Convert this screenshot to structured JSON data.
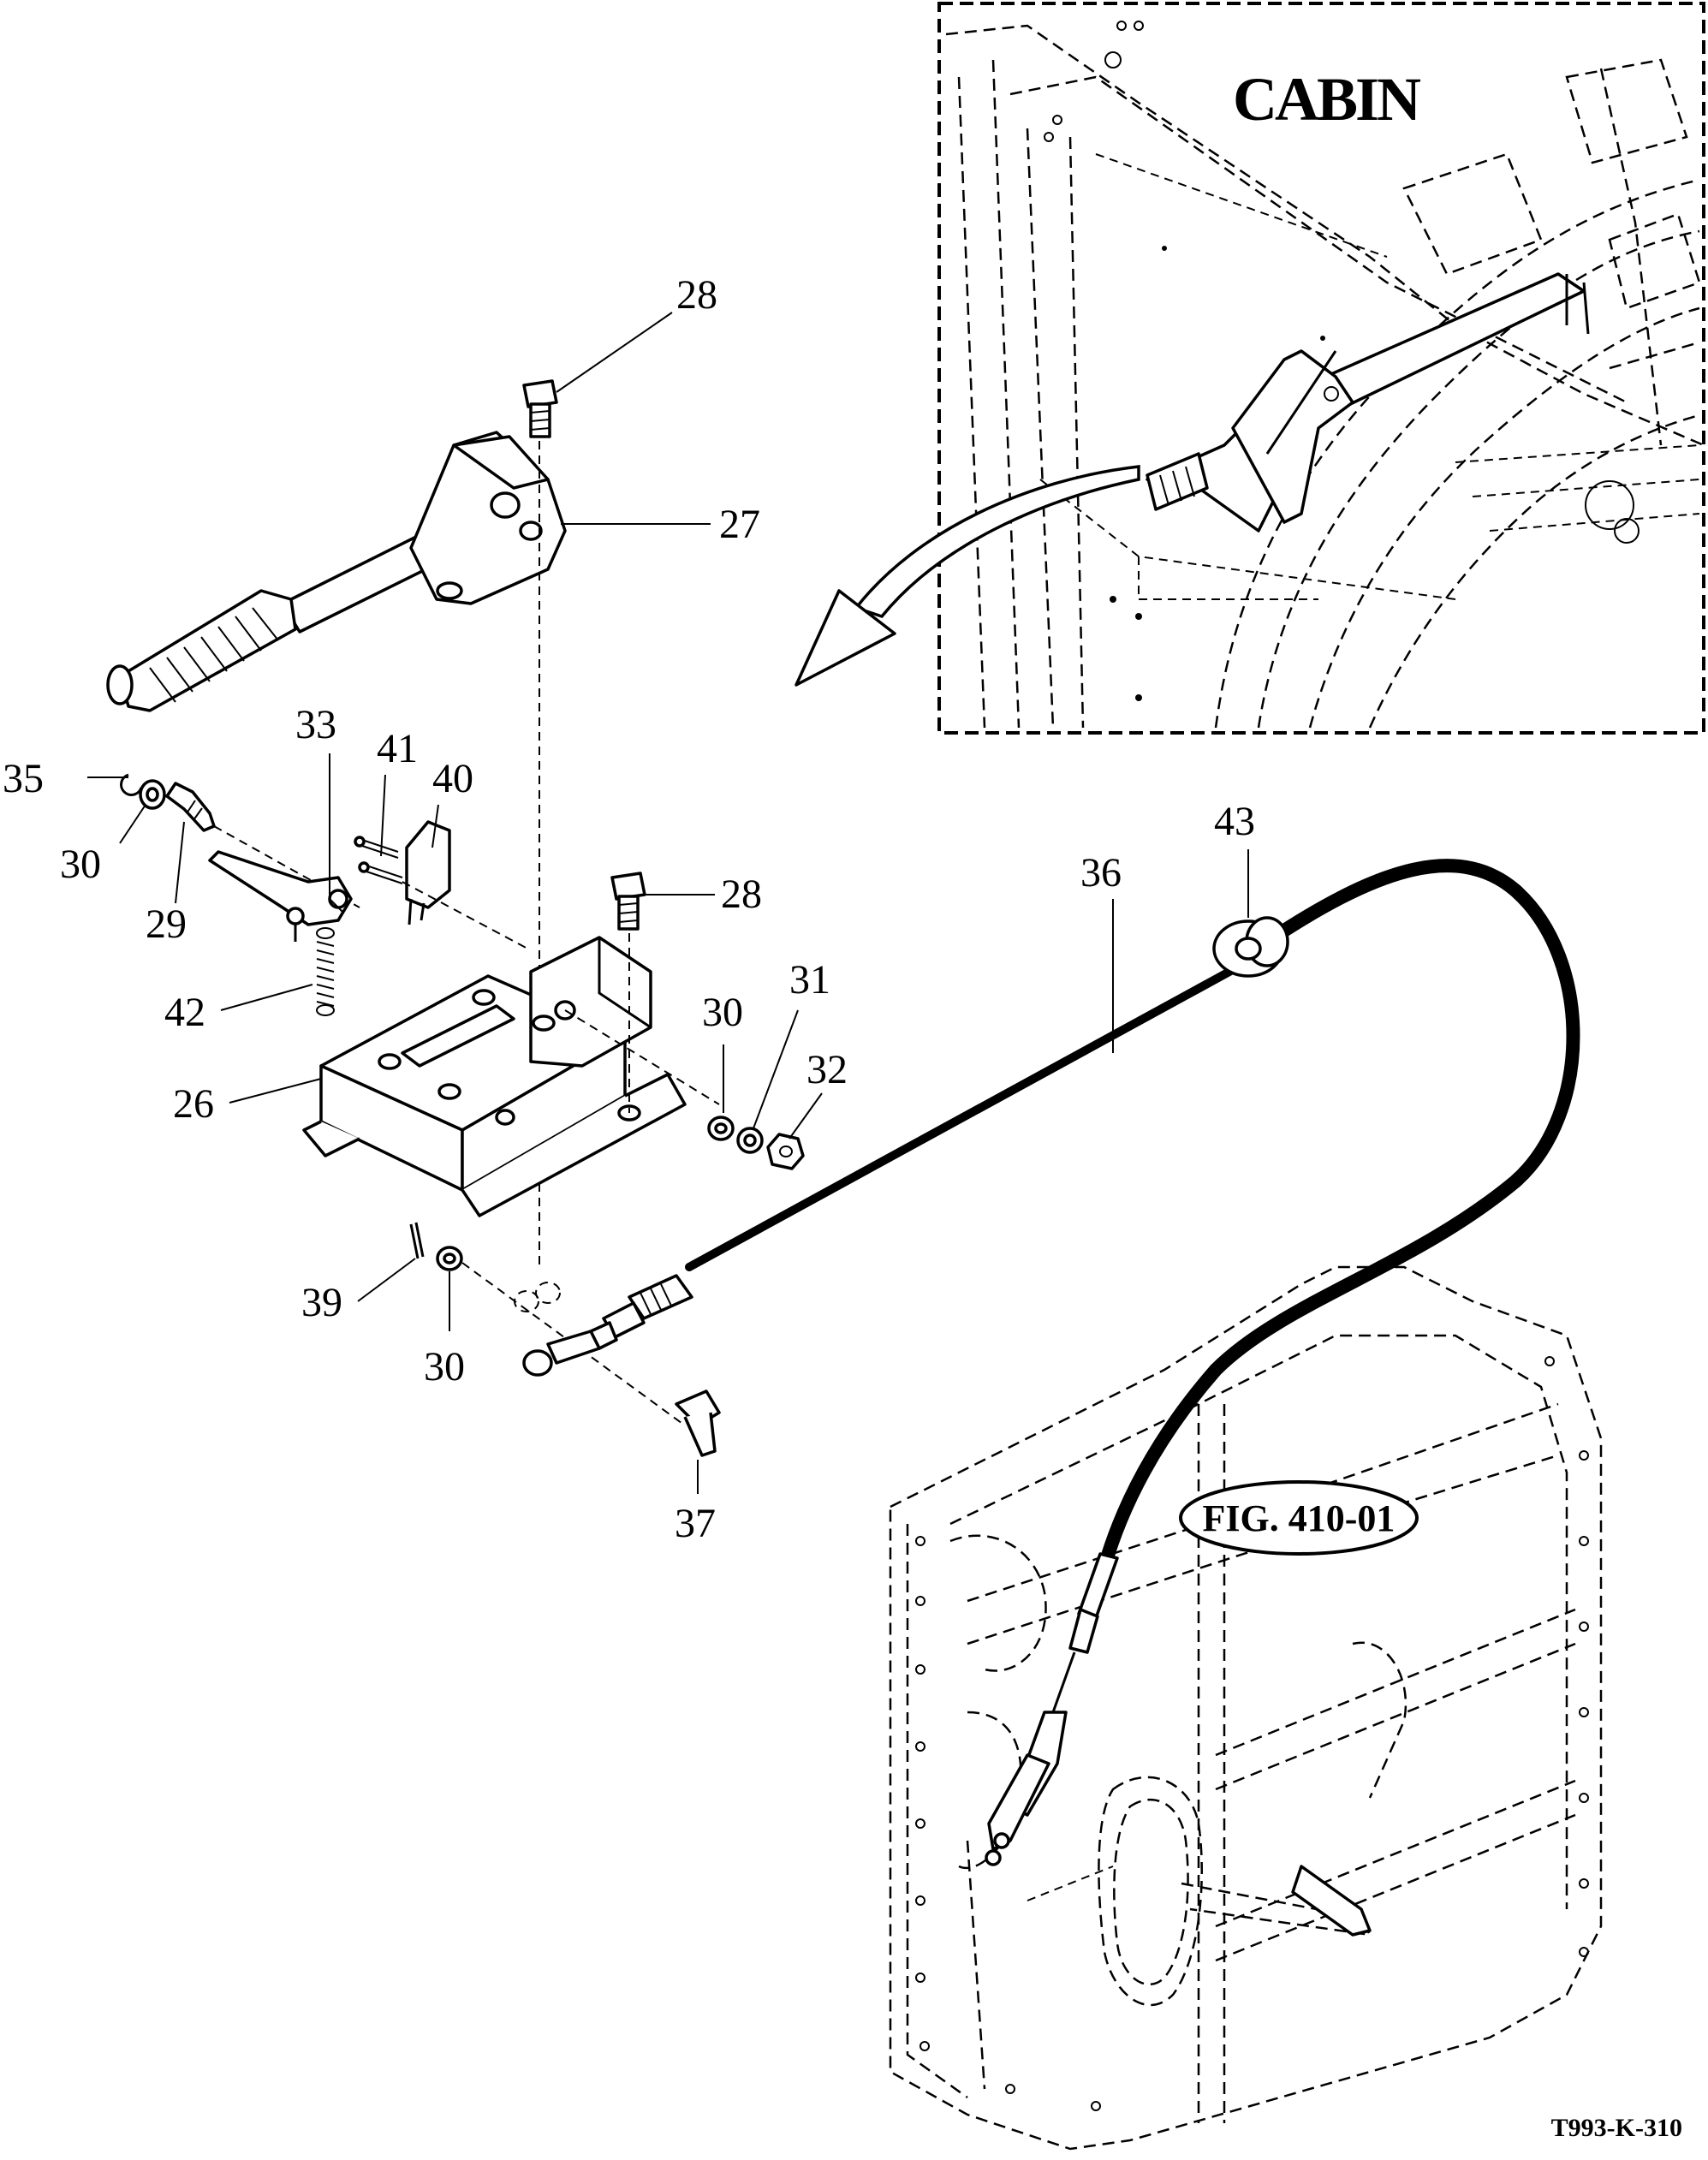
{
  "diagram": {
    "inset_title": "CABIN",
    "reference_label": "FIG. 410-01",
    "drawing_code": "T993-K-310",
    "callouts": {
      "c28a": "28",
      "c27": "27",
      "c33": "33",
      "c41": "41",
      "c40": "40",
      "c35": "35",
      "c30a": "30",
      "c29": "29",
      "c28b": "28",
      "c43": "43",
      "c36": "36",
      "c42": "42",
      "c30b": "30",
      "c31": "31",
      "c32": "32",
      "c26": "26",
      "c39": "39",
      "c30c": "30",
      "c37": "37"
    }
  }
}
